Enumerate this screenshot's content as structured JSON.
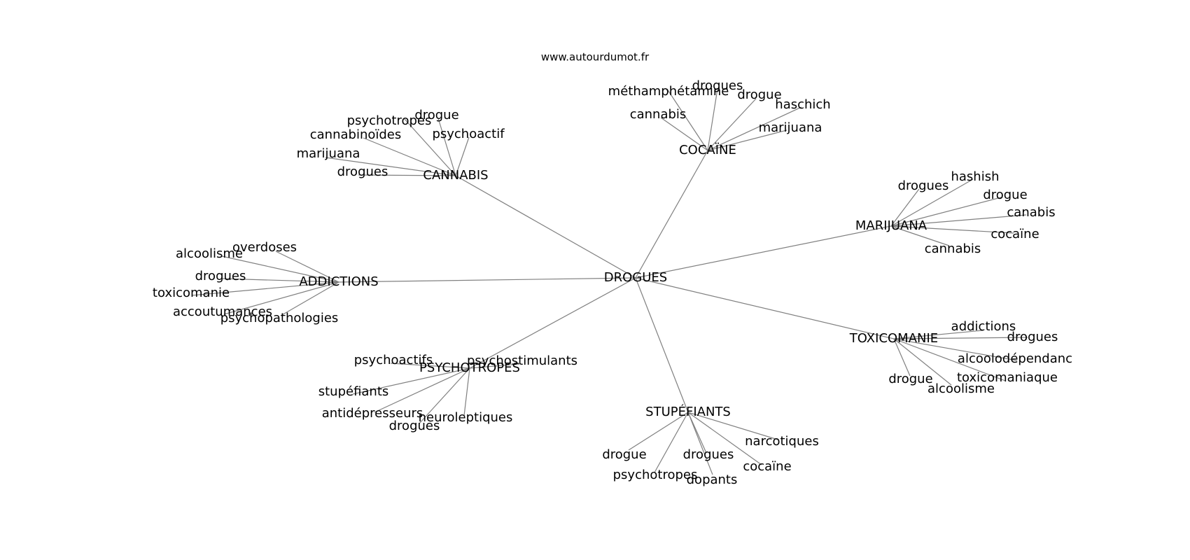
{
  "site": "www.autourdumot.fr",
  "colors": {
    "edge": "#808080",
    "text": "#000000",
    "background": "#ffffff"
  },
  "graph": {
    "center": {
      "id": "drogues",
      "label": "DROGUES"
    },
    "hubs": [
      {
        "id": "cannabis",
        "label": "CANNABIS",
        "leaves": [
          "psychotropes",
          "drogue",
          "cannabinoïdes",
          "psychoactif",
          "marijuana",
          "drogues"
        ]
      },
      {
        "id": "cocaine",
        "label": "COCAÏNE",
        "leaves": [
          "méthamphétamine",
          "drogues",
          "drogue",
          "haschich",
          "cannabis",
          "marijuana"
        ]
      },
      {
        "id": "marijuana",
        "label": "MARIJUANA",
        "leaves": [
          "drogues",
          "hashish",
          "drogue",
          "canabis",
          "cocaïne",
          "cannabis"
        ]
      },
      {
        "id": "addictions",
        "label": "ADDICTIONS",
        "leaves": [
          "alcoolisme",
          "overdoses",
          "drogues",
          "toxicomanie",
          "accoutumances",
          "psychopathologies"
        ]
      },
      {
        "id": "toxicomanie",
        "label": "TOXICOMANIE",
        "leaves": [
          "addictions",
          "drogues",
          "alcoolodépendanc",
          "toxicomaniaque",
          "drogue",
          "alcoolisme"
        ]
      },
      {
        "id": "psychotropes",
        "label": "PSYCHOTROPES",
        "leaves": [
          "psychoactifs",
          "psychostimulants",
          "stupéfiants",
          "antidépresseurs",
          "neuroleptiques",
          "drogues"
        ]
      },
      {
        "id": "stupefiants",
        "label": "STUPÉFIANTS",
        "leaves": [
          "drogue",
          "drogues",
          "narcotiques",
          "psychotropes",
          "dopants",
          "cocaïne"
        ]
      }
    ]
  }
}
